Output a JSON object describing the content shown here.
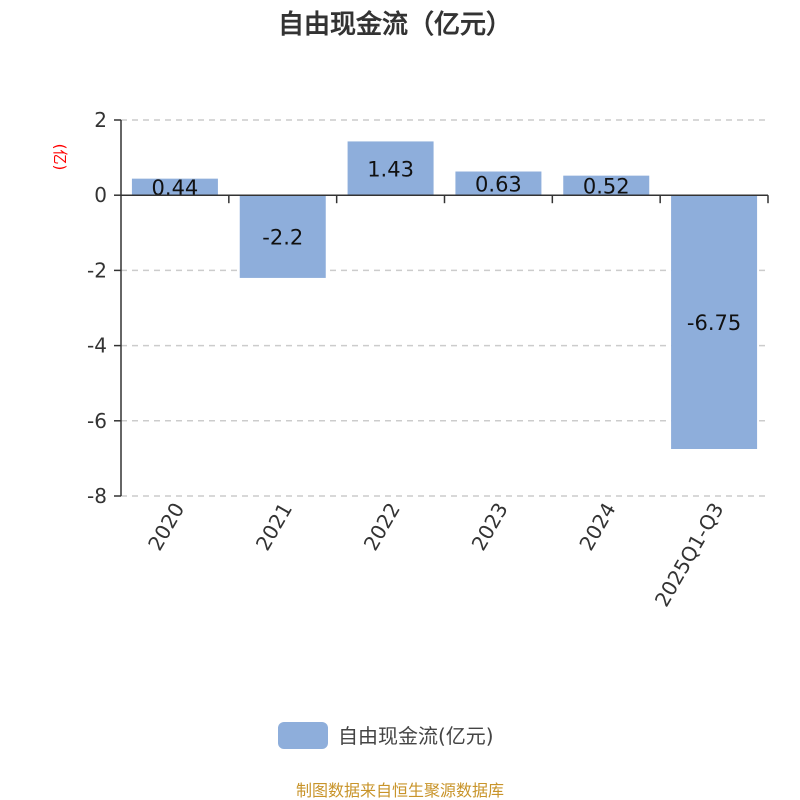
{
  "chart_data": {
    "type": "bar",
    "title": "自由现金流（亿元）",
    "ylabel": "(亿)",
    "xlabel": "",
    "categories": [
      "2020",
      "2021",
      "2022",
      "2023",
      "2024",
      "2025Q1-Q3"
    ],
    "series": [
      {
        "name": "自由现金流(亿元)",
        "values": [
          0.44,
          -2.2,
          1.43,
          0.63,
          0.52,
          -6.75
        ],
        "color": "#8eaedb"
      }
    ],
    "data_labels": [
      "0.44",
      "-2.2",
      "1.43",
      "0.63",
      "0.52",
      "-6.75"
    ],
    "ylim": [
      -8,
      2
    ],
    "yticks": [
      2,
      0,
      -2,
      -4,
      -6,
      -8
    ],
    "grid": true,
    "legend": "bottom-center"
  },
  "source": "制图数据来自恒生聚源数据库",
  "colors": {
    "ylabel": "#ff0000",
    "source": "#c8942a",
    "axis": "#333333"
  }
}
